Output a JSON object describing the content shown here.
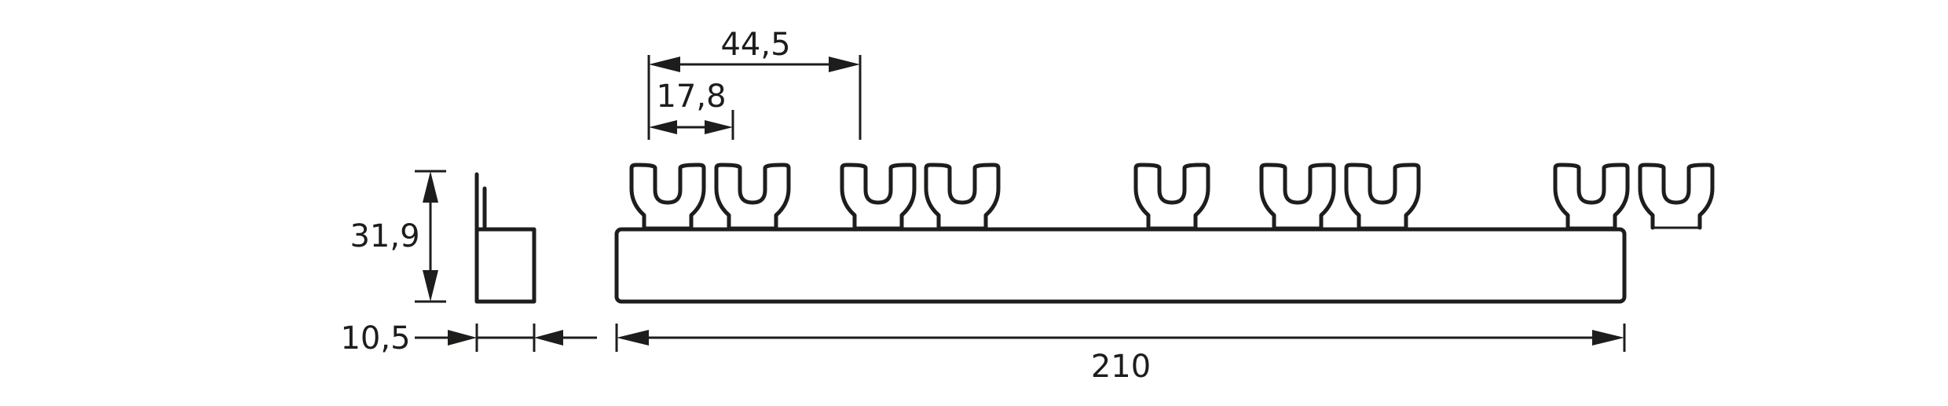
{
  "diagram": {
    "line_color": "#1d1d1b",
    "background_color": "#ffffff",
    "dimensions": {
      "pitch_double": "44,5",
      "pitch_single": "17,8",
      "height": "31,9",
      "depth": "10,5",
      "length": "210"
    }
  }
}
